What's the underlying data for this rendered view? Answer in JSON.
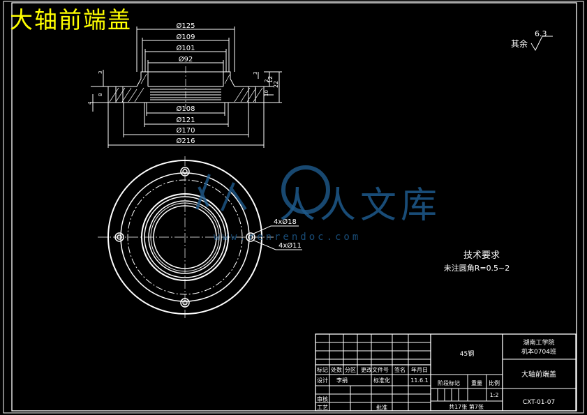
{
  "drawing": {
    "title": "大轴前端盖",
    "surface_finish": {
      "prefix": "其余",
      "value": "6.3"
    }
  },
  "section_view": {
    "dims_top": [
      "Ø125",
      "Ø109",
      "Ø101",
      "Ø92"
    ],
    "dims_bottom": [
      "Ø108",
      "Ø121",
      "Ø170",
      "Ø216"
    ],
    "dims_side": [
      "3",
      "2",
      "22",
      "12",
      "10",
      "3",
      "4",
      "8"
    ]
  },
  "plan_view": {
    "hole_callouts": [
      "4xØ18",
      "4xØ11"
    ]
  },
  "notes": {
    "heading": "技术要求",
    "line1": "未注圆角R=0.5~2"
  },
  "title_block": {
    "material": "45钢",
    "school_line1": "湖南工学院",
    "school_line2": "机本0704班",
    "part_name": "大轴前端盖",
    "drawing_no": "CXT-01-07",
    "hdr_labels": [
      "标记",
      "处数",
      "分区",
      "更改文件号",
      "签名",
      "年月日"
    ],
    "design_label": "设计",
    "designer": "李捐",
    "std_label": "标准化",
    "date": "11.6.1",
    "stage_label": "阶段标记",
    "weight_label": "重量",
    "scale_label": "比例",
    "scale": "1:2",
    "review_label": "审核",
    "process_label": "工艺",
    "approve_label": "批准",
    "sheets": "共17张 第7张"
  },
  "watermark": {
    "text": "人人文库",
    "url": "www.renrendoc.com"
  }
}
